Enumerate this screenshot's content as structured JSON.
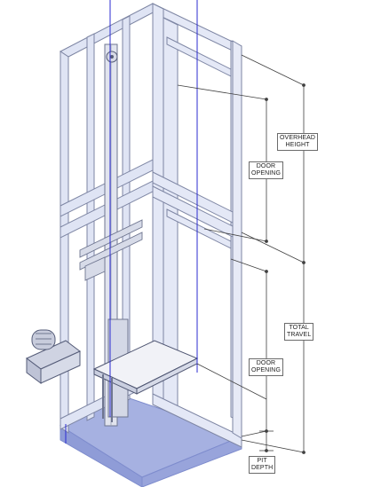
{
  "colors": {
    "frame_fill": "#dde3f4",
    "frame_stroke": "#7d85a3",
    "pit_fill": "#9ea9dc",
    "pit_edge": "#7e8ccd",
    "shaft_line": "#2b2bd0",
    "dim_line": "#404040"
  },
  "labels": {
    "overhead_height": [
      "OVERHEAD",
      "HEIGHT"
    ],
    "door_opening_upper": [
      "DOOR",
      "OPENING"
    ],
    "total_travel": [
      "TOTAL",
      "TRAVEL"
    ],
    "door_opening_lower": [
      "DOOR",
      "OPENING"
    ],
    "pit_depth": [
      "PIT",
      "DEPTH"
    ]
  }
}
